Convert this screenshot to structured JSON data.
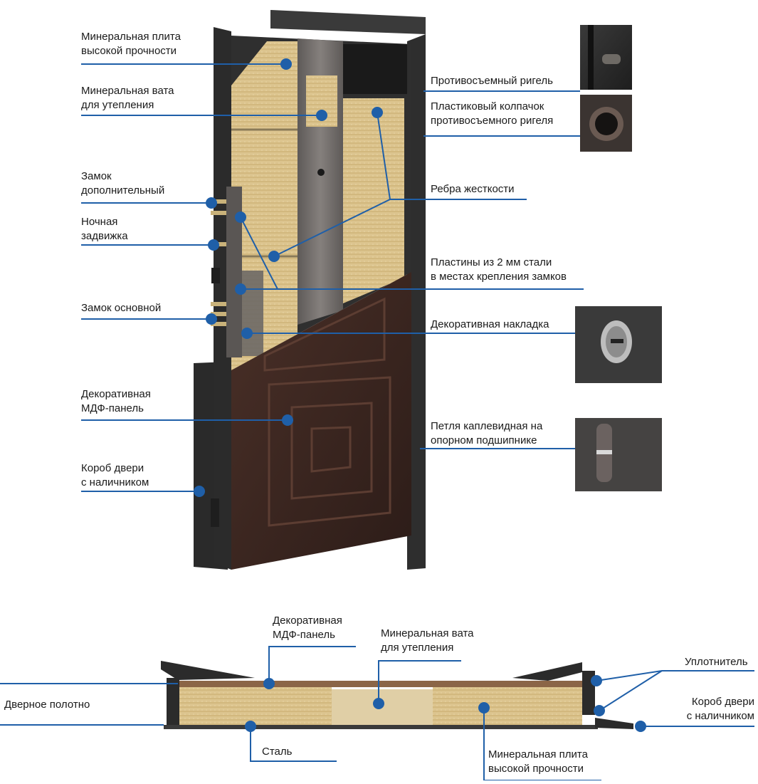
{
  "colors": {
    "leader": "#1f5fa8",
    "dot": "#1f5fa8",
    "frame": "#2b2b2b",
    "wool": "#d9c08a",
    "panel": "#3a2620",
    "steel": "#6e6a68"
  },
  "door_labels": {
    "mineral_plate": "Минеральная плита\nвысокой прочности",
    "mineral_wool": "Минеральная вата\nдля утепления",
    "extra_lock": "Замок\nдополнительный",
    "night_latch": "Ночная\nзадвижка",
    "main_lock": "Замок основной",
    "mdf_panel": "Декоративная\nМДФ-панель",
    "frame": "Короб двери\nс наличником",
    "anti_removal_bolt": "Противосъемный ригель",
    "plastic_cap": "Пластиковый колпачок\nпротивосъемного ригеля",
    "stiffeners": "Ребра жесткости",
    "steel_plates": "Пластины из 2 мм стали\nв местах крепления замков",
    "decor_overlay": "Декоративная накладка",
    "hinge": "Петля каплевидная на\nопорном подшипнике"
  },
  "section_labels": {
    "mdf_panel": "Декоративная\nМДФ-панель",
    "mineral_wool": "Минеральная вата\nдля утепления",
    "seal": "Уплотнитель",
    "door_leaf": "Дверное полотно",
    "frame": "Короб двери\nс наличником",
    "steel": "Сталь",
    "mineral_plate": "Минеральная плита\nвысокой прочности"
  }
}
